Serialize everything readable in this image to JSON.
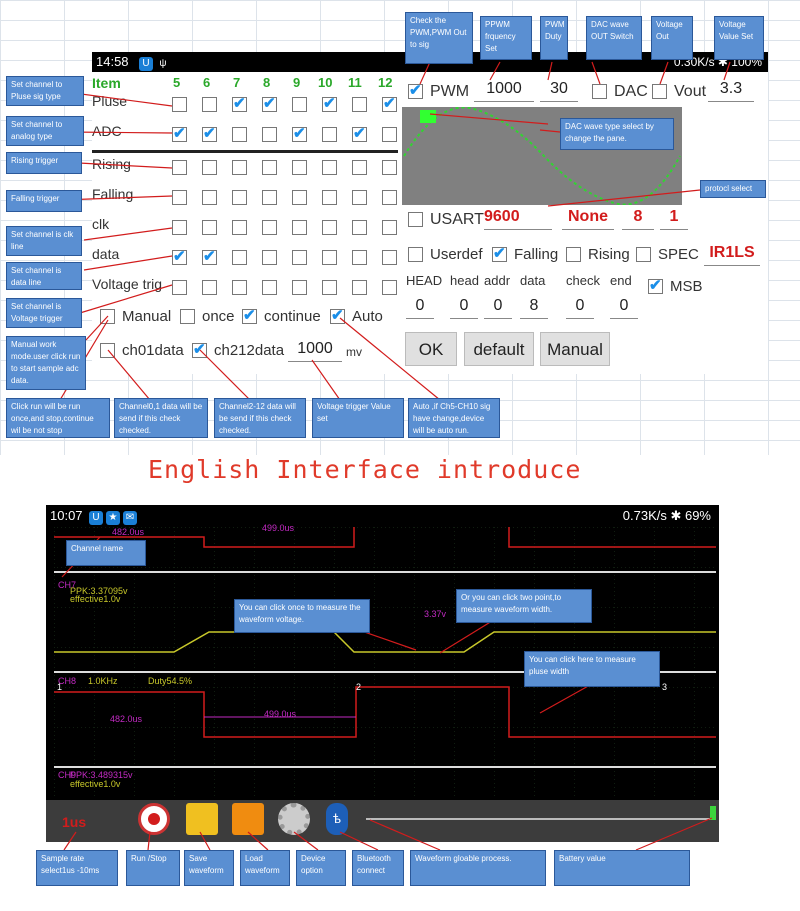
{
  "top": {
    "status_time": "14:58",
    "status_right": "0.30K/s  ✱  100%",
    "item_label": "Item",
    "channels": [
      "5",
      "6",
      "7",
      "8",
      "9",
      "10",
      "11",
      "12"
    ],
    "rows": [
      {
        "label": "Pluse",
        "checks": [
          false,
          false,
          true,
          true,
          false,
          true,
          false,
          true
        ]
      },
      {
        "label": "ADC",
        "checks": [
          true,
          true,
          false,
          false,
          true,
          false,
          true,
          false
        ]
      },
      {
        "label": "Rising",
        "checks": [
          false,
          false,
          false,
          false,
          false,
          false,
          false,
          false
        ]
      },
      {
        "label": "Falling",
        "checks": [
          false,
          false,
          false,
          false,
          false,
          false,
          false,
          false
        ]
      },
      {
        "label": "clk",
        "checks": [
          false,
          false,
          false,
          false,
          false,
          false,
          false,
          false
        ]
      },
      {
        "label": "data",
        "checks": [
          true,
          true,
          false,
          false,
          false,
          false,
          false,
          false
        ]
      },
      {
        "label": "Voltage trig",
        "checks": [
          false,
          false,
          false,
          false,
          false,
          false,
          false,
          false
        ]
      }
    ],
    "manual_label": "Manual",
    "once_label": "once",
    "continue_label": "continue",
    "auto_label": "Auto",
    "ch01_label": "ch01data",
    "ch212_label": "ch212data",
    "voltage_value": "1000",
    "voltage_unit": "mv",
    "pwm_label": "PWM",
    "pwm_freq": "1000",
    "pwm_duty": "30",
    "dac_label": "DAC",
    "vout_label": "Vout",
    "vout_value": "3.3",
    "usart_label": "USART",
    "baud": "9600",
    "parity": "None",
    "bits": "8",
    "stop": "1",
    "userdef_label": "Userdef",
    "falling_label": "Falling",
    "rising_label": "Rising",
    "spec_label": "SPEC",
    "spec_value": "IR1LS",
    "headers": [
      "HEAD",
      "head",
      "addr",
      "data",
      "check",
      "end"
    ],
    "header_values": [
      "0",
      "0",
      "0",
      "8",
      "0",
      "0"
    ],
    "msb_label": "MSB",
    "ok_button": "OK",
    "default_button": "default",
    "manual_button": "Manual"
  },
  "annotations_top": {
    "check_pwm": "Check the PWM,PWM Out to sig",
    "ppwm": "PPWM frquency Set",
    "pwm_duty": "PWM Duty",
    "dac_wave": "DAC wave OUT Switch",
    "voltage_out": "Voltage Out",
    "voltage_value_set": "Voltage Value Set",
    "pluse_sig": "Set channel to Pluse sig type",
    "analog": "Set channel to analog  type",
    "rising": "Rising trigger",
    "falling": "Falling trigger",
    "clk": "Set channel is  clk line",
    "data": "Set channel is data line",
    "vtrig": "Set channel is Voltage trigger",
    "manual": "Manual work mode.user click run to start sample adc data.",
    "dac_type": "DAC wave type select by change the pane.",
    "protocol": "protocl select",
    "click_run": "Click run will be run once,and stop,continue wil be not stop",
    "ch01": "Channel0,1 data will be send if this check checked.",
    "ch212": "Channel2-12 data will be send if this check checked.",
    "vtrig_value": "Voltage trigger Value set",
    "auto": "Auto ,if Ch5-CH10 sig have change,device will be auto run."
  },
  "title": "English Interface introduce",
  "bottom": {
    "status_time": "10:07",
    "status_right": "0.73K/s  ✱  69%",
    "ch7": "CH7",
    "ch7_ppk": "PPK:3.37095v",
    "ch7_eff": "effective1.0v",
    "ch8": "CH8",
    "ch8_freq": "1.0KHz",
    "ch8_duty": "Duty54.5%",
    "ch9": "CH9",
    "ch9_ppk": "PPK:3.489315v",
    "ch9_eff": "effective1.0v",
    "meas1": "482.0us",
    "meas2": "499.0us",
    "meas3": "482.0us",
    "meas4": "499.0us",
    "volt": "3.37v",
    "m1": "1",
    "m2": "2",
    "m3": "3",
    "sample_rate": "1us"
  },
  "annotations_bottom": {
    "channel_name": "Channel name",
    "click_voltage": "You can click once to measure the waveform voltage.",
    "two_point": "Or you can click two point,to measure waveform width.",
    "pulse_width": "You can click here to measure pluse width",
    "sample_rate": "Sample rate select1us -10ms",
    "run_stop": "Run /Stop",
    "save": "Save waveform",
    "load": "Load waveform",
    "device": "Device option",
    "bt": "Bluetooth connect",
    "process": "Waveform gloable process.",
    "battery": "Battery value"
  },
  "colors": {
    "accent": "#5a8fd2",
    "green": "#2aa82a",
    "red": "#d21c1c",
    "check": "#1a8ee8"
  }
}
